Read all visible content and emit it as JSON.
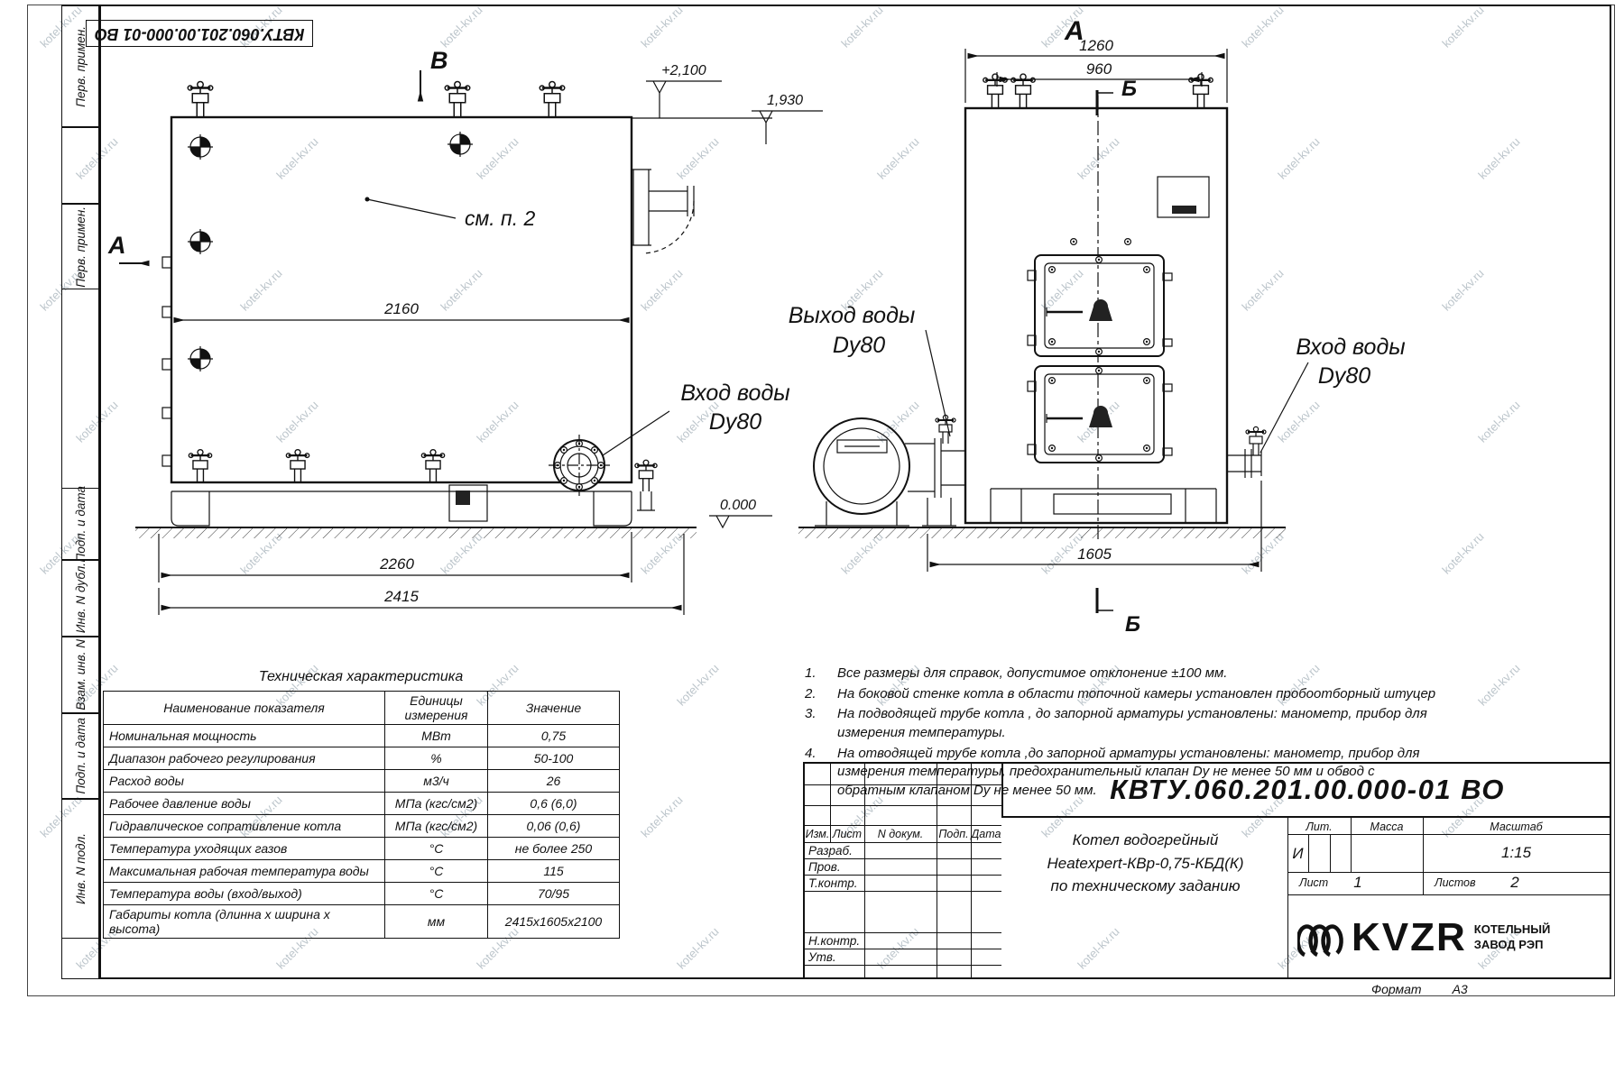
{
  "watermark": "kotel-kv.ru",
  "doc_code": "КВТУ.060.201.00.000-01 ВО",
  "side_stamps": [
    "Перв. примен.",
    "Перв. примен.",
    "Подп. и дата",
    "Инв. N дубл.",
    "Взам. инв. N",
    "Подп. и дата",
    "Инв. N подл."
  ],
  "drawing": {
    "view_b": "B",
    "view_a": "A",
    "view_a_front": "А",
    "section_b": "Б",
    "see_note": "см. п. 2",
    "dim_body_length": "2160",
    "dim_base_length": "2260",
    "dim_total_length": "2415",
    "dim_front_width": "1260",
    "dim_valve_span": "960",
    "dim_total_depth": "1605",
    "elev_top": "+2,100",
    "elev_mid": "1,930",
    "elev_zero": "0.000",
    "label_inlet": "Вход воды",
    "label_outlet": "Выход воды",
    "label_dy": "Dy80"
  },
  "spec_table": {
    "title": "Техническая характеристика",
    "headers": [
      "Наименование показателя",
      "Единицы измерения",
      "Значение"
    ],
    "rows": [
      [
        "Номинальная мощность",
        "МВт",
        "0,75"
      ],
      [
        "Диапазон рабочего регулирования",
        "%",
        "50-100"
      ],
      [
        "Расход воды",
        "м3/ч",
        "26"
      ],
      [
        "Рабочее давление воды",
        "МПа (кгс/см2)",
        "0,6 (6,0)"
      ],
      [
        "Гидравлическое сопративление котла",
        "МПа (кгс/см2)",
        "0,06 (0,6)"
      ],
      [
        "Температура уходящих газов",
        "°С",
        "не более 250"
      ],
      [
        "Максимальная рабочая температура воды",
        "°С",
        "115"
      ],
      [
        "Температура воды (вход/выход)",
        "°С",
        "70/95"
      ],
      [
        "Габариты котла (длинна х ширина х высота)",
        "мм",
        "2415х1605х2100"
      ]
    ]
  },
  "notes": [
    {
      "num": "1.",
      "text": "Все размеры для справок, допустимое отклонение ±100 мм."
    },
    {
      "num": "2.",
      "text": "На боковой стенке котла в области топочной камеры установлен пробоотборный штуцер"
    },
    {
      "num": "3.",
      "text": "На подводящей трубе котла , до запорной арматуры установлены: манометр, прибор для измерения температуры."
    },
    {
      "num": "4.",
      "text": "На отводящей трубе котла ,до запорной арматуры установлены: манометр, прибор для измерения температуры, предохранительный клапан Dу не менее 50 мм и обвод с обратным клапаном Dу не менее 50 мм."
    }
  ],
  "title_block": {
    "doc_number": "КВТУ.060.201.00.000-01 ВО",
    "title_line1": "Котел водогрейный",
    "title_line2": "Heatexpert-КВр-0,75-КБД(К)",
    "title_line3": "по техническому заданию",
    "lit_header": "Лит.",
    "mass_header": "Масса",
    "scale_header": "Масштаб",
    "lit_value": "И",
    "scale_value": "1:15",
    "sheet_label": "Лист",
    "sheet_value": "1",
    "sheets_label": "Листов",
    "sheets_value": "2",
    "col_izm": "Изм.",
    "col_list": "Лист",
    "col_ndoc": "N докум.",
    "col_podp": "Подп.",
    "col_data": "Дата",
    "row_razrab": "Разраб.",
    "row_prov": "Пров.",
    "row_tkontr": "Т.контр.",
    "row_nkontr": "Н.контр.",
    "row_utv": "Утв.",
    "logo": "KVZR",
    "logo_sub1": "КОТЕЛЬНЫЙ",
    "logo_sub2": "ЗАВОД РЭП",
    "format_label": "Формат",
    "format_value": "А3"
  }
}
